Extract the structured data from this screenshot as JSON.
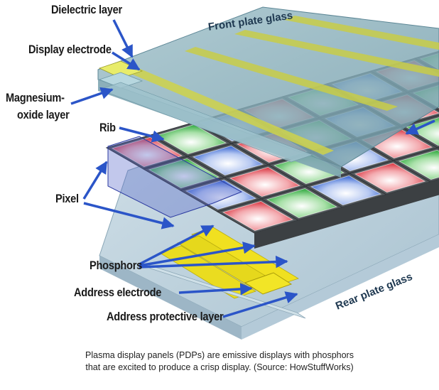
{
  "labels": {
    "dielectric_layer": "Dielectric layer",
    "display_electrode": "Display electrode",
    "magnesium_oxide_line1": "Magnesium-",
    "magnesium_oxide_line2": "oxide layer",
    "rib": "Rib",
    "pixel": "Pixel",
    "phosphors": "Phosphors",
    "address_electrode": "Address electrode",
    "address_protective_layer": "Address protective layer",
    "front_plate_glass": "Front plate glass",
    "rear_plate_glass": "Rear plate glass"
  },
  "caption": {
    "line1": "Plasma display panels (PDPs) are emissive displays with phosphors",
    "line2": "that are excited to produce a crisp display. (Source: HowStuffWorks)"
  },
  "colors": {
    "arrow": "#2b55c8",
    "front_glass": "#8fb3bf",
    "rear_glass": "#bcd0dc",
    "electrode": "#d7d64e",
    "address_electrode": "#f0e020",
    "rib": "#555a5e",
    "phosphor_red": "#e0303a",
    "phosphor_green": "#2fae3a",
    "phosphor_blue": "#3a6fd8"
  }
}
